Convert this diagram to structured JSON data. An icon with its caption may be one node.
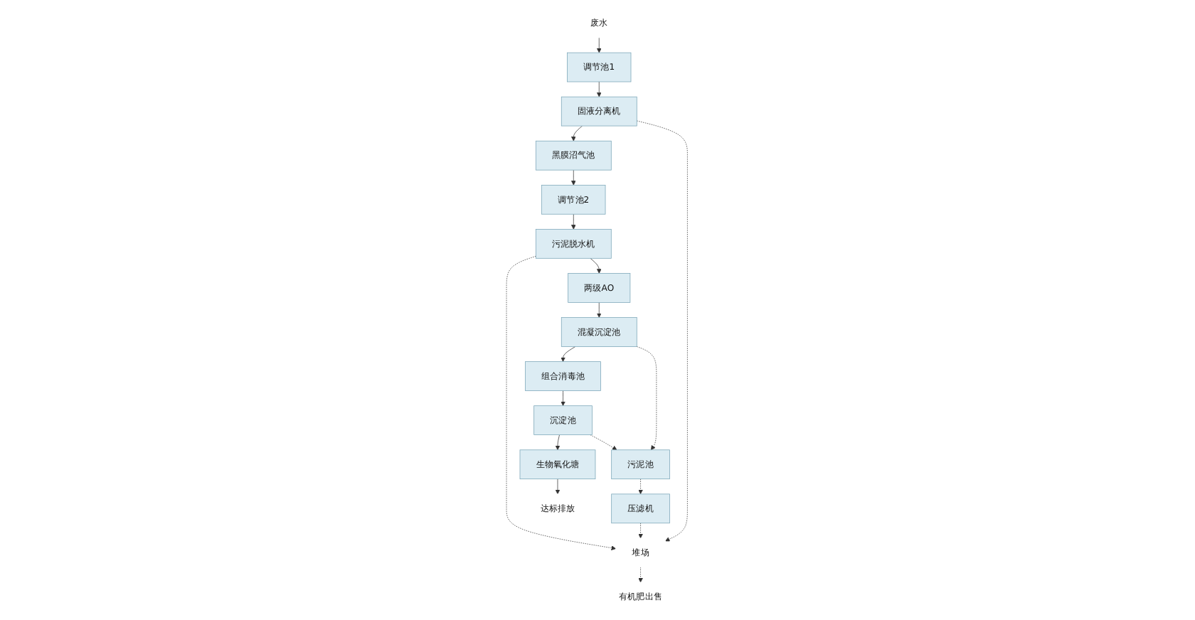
{
  "diagram": {
    "nodes": [
      {
        "text": [
          "废水"
        ]
      },
      {
        "text": [
          "调节池1"
        ]
      },
      {
        "text": [
          "固液分离机"
        ]
      },
      {
        "text": [
          "黑膜沼气池"
        ]
      },
      {
        "text": [
          "调节池2"
        ]
      },
      {
        "text": [
          "有机肥出售"
        ]
      },
      {
        "text": [
          "堆场"
        ]
      },
      {
        "text": [
          "压滤机"
        ]
      },
      {
        "text": [
          "污泥池"
        ]
      },
      {
        "text": [
          "污泥脱水机"
        ]
      },
      {
        "text": [
          "生物氧化塘"
        ]
      },
      {
        "text": [
          "沉淀池"
        ]
      },
      {
        "text": [
          "组合消毒池"
        ]
      },
      {
        "text": [
          "混凝沉淀池"
        ]
      },
      {
        "text": [
          "两级AO"
        ]
      },
      {
        "text": [
          "达标排放"
        ]
      }
    ],
    "edges": [
      {
        "from": 0,
        "to": 1,
        "arrow": "to"
      },
      {
        "from": 1,
        "to": 2,
        "arrow": "to"
      },
      {
        "from": 2,
        "to": 3,
        "arrow": "to"
      },
      {
        "from": 3,
        "to": 4,
        "arrow": "to"
      },
      {
        "from": 4,
        "to": 9,
        "arrow": "to"
      },
      {
        "from": 2,
        "to": 6,
        "arrow": "to",
        "style": "dashed"
      },
      {
        "from": 9,
        "to": 6,
        "arrow": "to",
        "style": "dashed"
      },
      {
        "from": 8,
        "to": 7,
        "arrow": "to",
        "style": "dashed"
      },
      {
        "from": 7,
        "to": 6,
        "arrow": "to",
        "style": "dashed"
      },
      {
        "from": 6,
        "to": 5,
        "arrow": "to",
        "style": "dashed"
      },
      {
        "from": 9,
        "to": 14,
        "arrow": "to"
      },
      {
        "from": 14,
        "to": 13,
        "arrow": "to"
      },
      {
        "from": 13,
        "to": 12,
        "arrow": "to"
      },
      {
        "from": 12,
        "to": 11,
        "arrow": "to"
      },
      {
        "from": 11,
        "to": 10,
        "arrow": "to"
      },
      {
        "from": 13,
        "to": 8,
        "arrow": "to",
        "style": "dashed"
      },
      {
        "from": 11,
        "to": 8,
        "arrow": "to",
        "style": "dashed"
      },
      {
        "from": 10,
        "to": 15,
        "arrow": "to"
      }
    ]
  }
}
